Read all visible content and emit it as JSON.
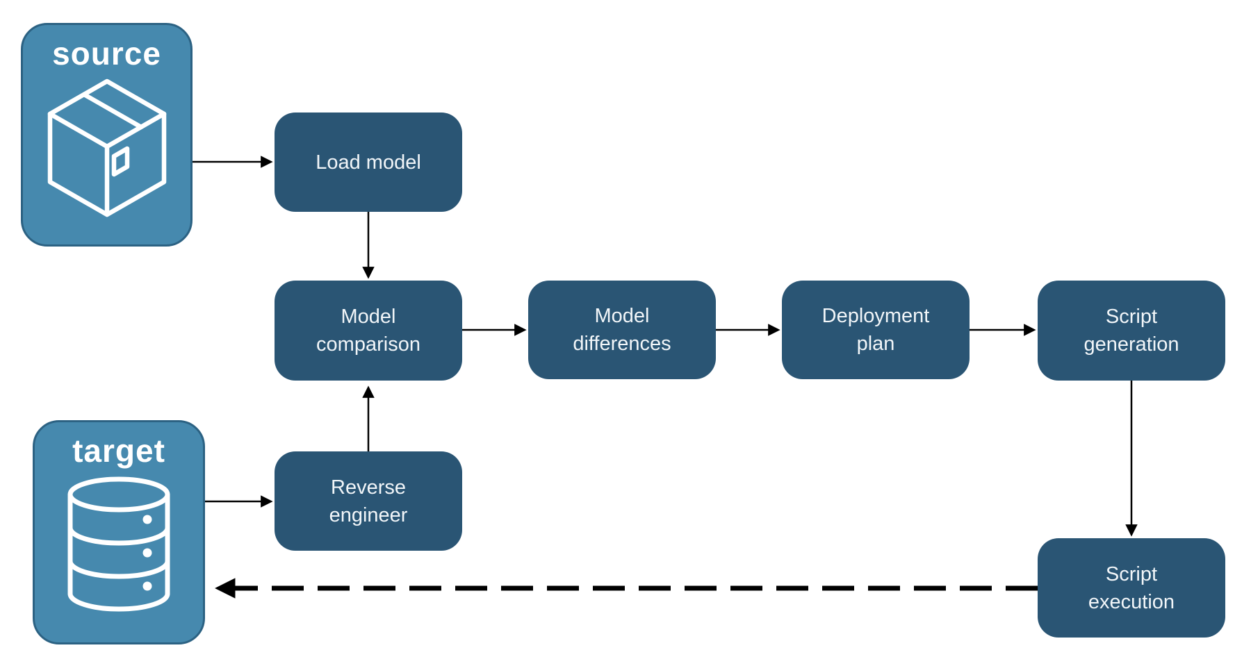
{
  "diagram": {
    "background": "#ffffff",
    "colors": {
      "entity_fill": "#4689ae",
      "entity_border": "#2c6283",
      "step_fill": "#2a5574",
      "step_text": "#f2f6f9",
      "entity_text": "#ffffff",
      "connector": "#000000"
    },
    "entities": {
      "source": {
        "label": "source",
        "icon": "package-icon"
      },
      "target": {
        "label": "target",
        "icon": "database-icon"
      }
    },
    "steps": {
      "load_model": {
        "label": "Load model"
      },
      "model_comparison": {
        "label": "Model\ncomparison"
      },
      "model_differences": {
        "label": "Model\ndifferences"
      },
      "deployment_plan": {
        "label": "Deployment\nplan"
      },
      "script_generation": {
        "label": "Script\ngeneration"
      },
      "reverse_engineer": {
        "label": "Reverse\nengineer"
      },
      "script_execution": {
        "label": "Script\nexecution"
      }
    },
    "connections": [
      {
        "from": "source",
        "to": "load_model",
        "style": "solid"
      },
      {
        "from": "load_model",
        "to": "model_comparison",
        "style": "solid"
      },
      {
        "from": "model_comparison",
        "to": "model_differences",
        "style": "solid"
      },
      {
        "from": "model_differences",
        "to": "deployment_plan",
        "style": "solid"
      },
      {
        "from": "deployment_plan",
        "to": "script_generation",
        "style": "solid"
      },
      {
        "from": "script_generation",
        "to": "script_execution",
        "style": "solid"
      },
      {
        "from": "target",
        "to": "reverse_engineer",
        "style": "solid"
      },
      {
        "from": "reverse_engineer",
        "to": "model_comparison",
        "style": "solid"
      },
      {
        "from": "script_execution",
        "to": "target",
        "style": "dashed"
      }
    ]
  }
}
